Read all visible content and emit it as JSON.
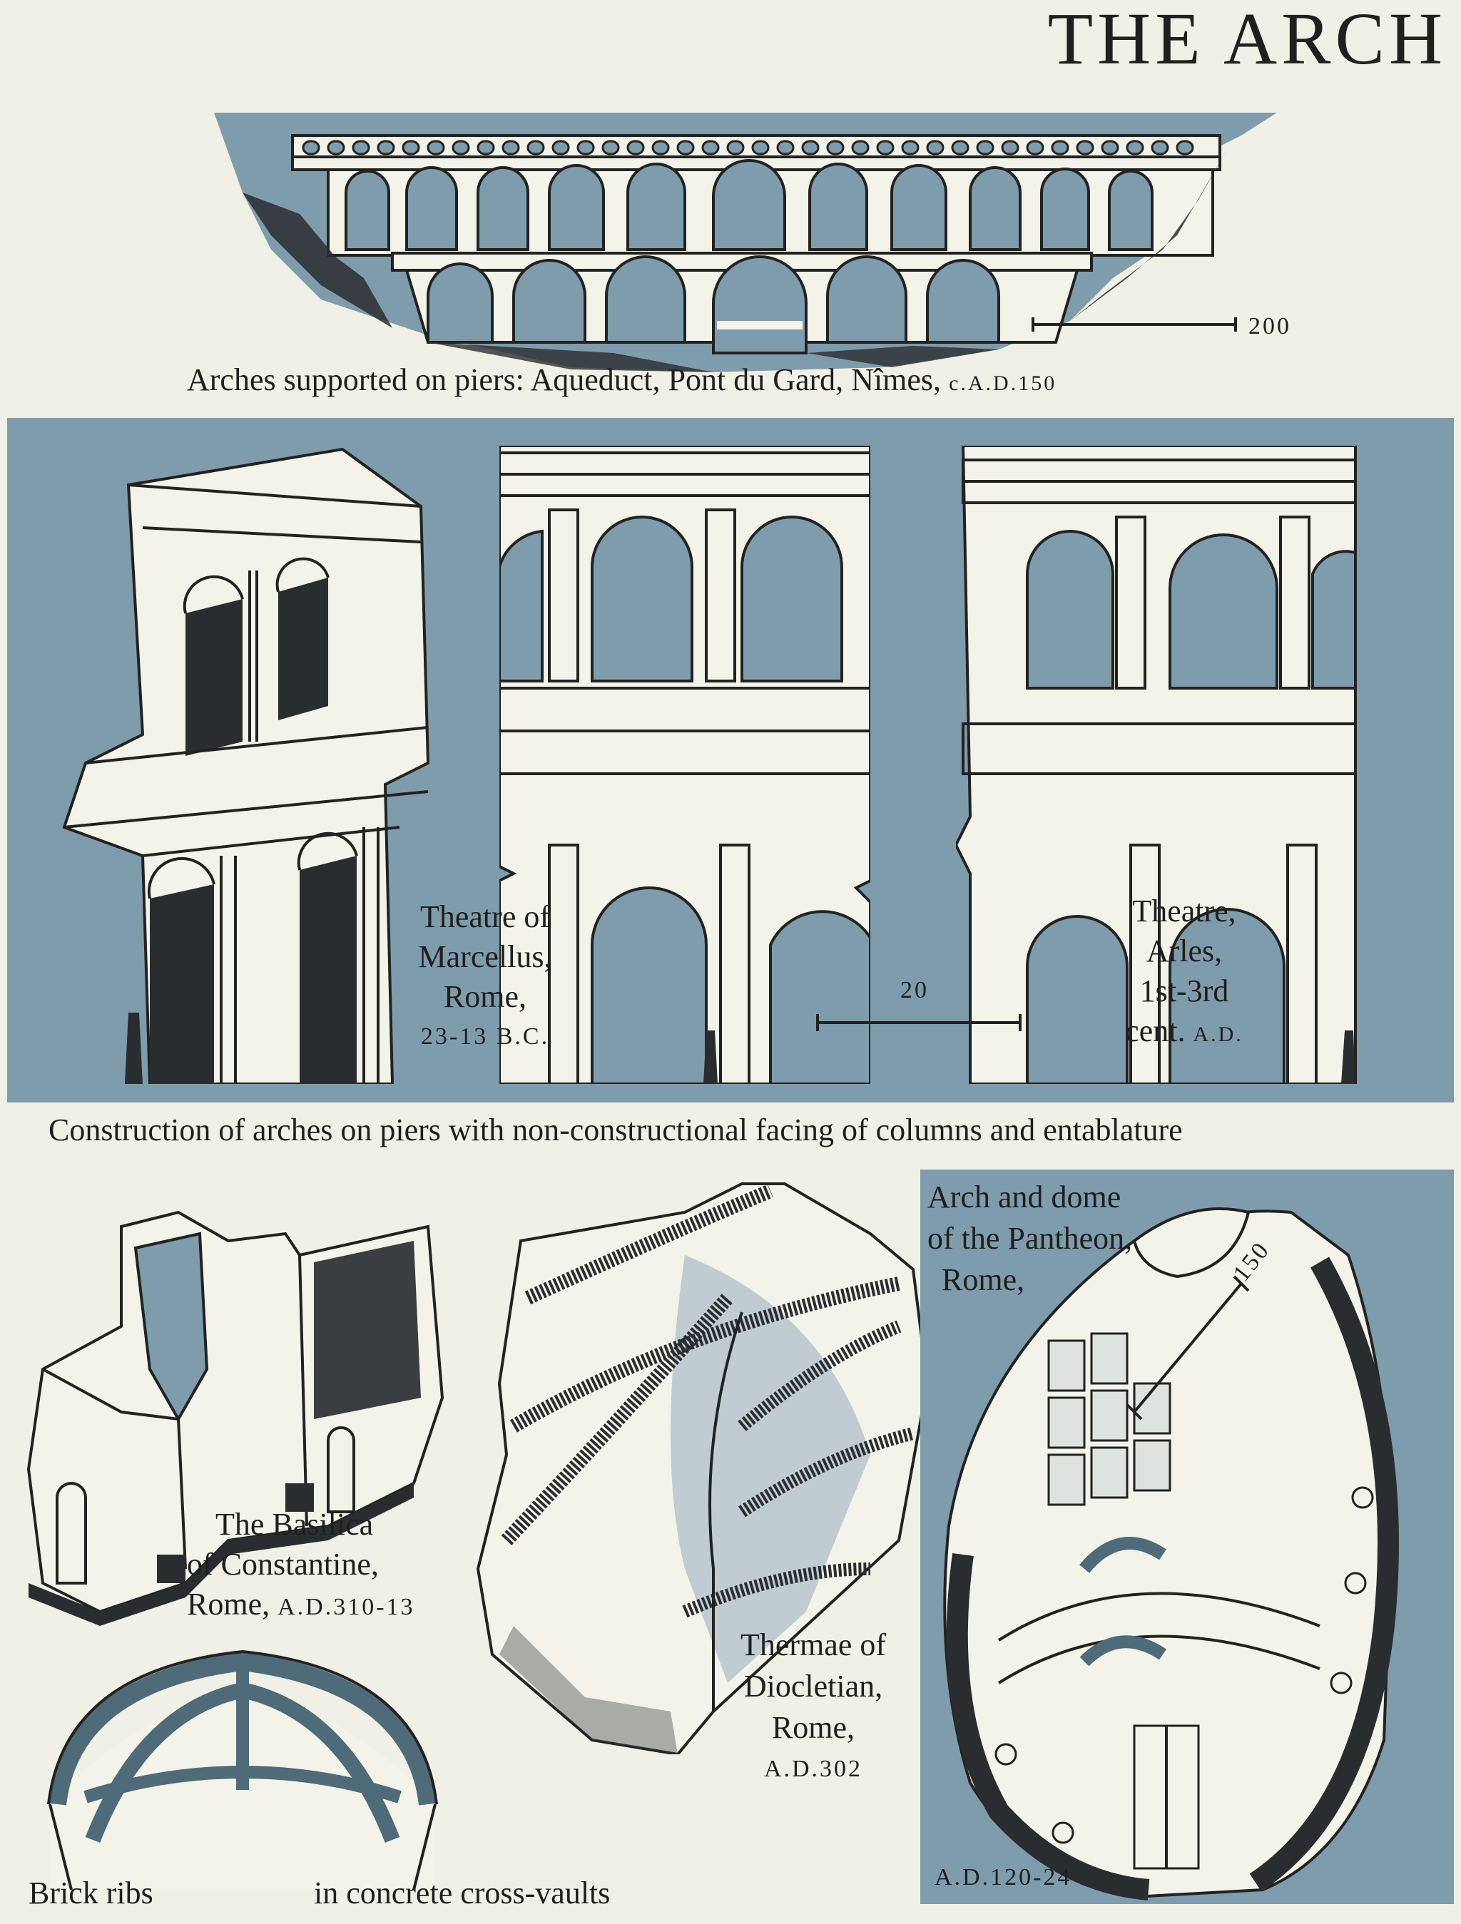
{
  "title": "THE ARCH",
  "colors": {
    "background": "#f1f0e6",
    "panel_blue": "#7f9cac",
    "ink": "#222222"
  },
  "aqueduct": {
    "scale_label": "200",
    "caption": "Arches supported on piers: Aqueduct, Pont du Gard, Nîmes,",
    "caption_date": "c.A.D.150"
  },
  "theatres": {
    "marcellus_label": [
      "Theatre of",
      "Marcellus,",
      "Rome,"
    ],
    "marcellus_date": "23-13 B.C.",
    "scale_label": "20",
    "arles_label": [
      "Theatre,",
      "Arles,",
      "1st-3rd"
    ],
    "arles_date_prefix": "cent.",
    "arles_date": "A.D.",
    "caption": "Construction of arches on piers with non-constructional facing of columns and entablature"
  },
  "vaults": {
    "basilica_label": [
      "The      Basilica",
      "of Constantine,"
    ],
    "basilica_line3": "Rome,",
    "basilica_date": "A.D.310-13",
    "ribs_label": "Brick ribs",
    "ribs_label_2": "in concrete cross-vaults",
    "thermae_label": [
      "Thermae of",
      "Diocletian,",
      "Rome,"
    ],
    "thermae_date": "A.D.302"
  },
  "pantheon": {
    "label": [
      "Arch and dome",
      "of the Pantheon,",
      "Rome,"
    ],
    "scale_label": "150",
    "date": "A.D.120-24"
  }
}
